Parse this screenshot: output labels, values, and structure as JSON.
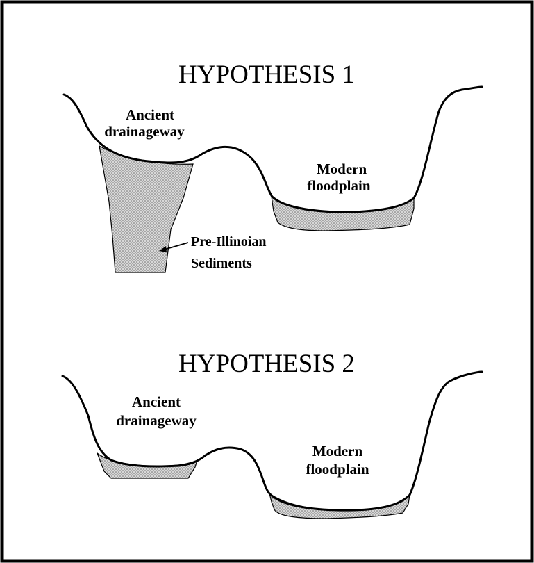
{
  "panels": [
    {
      "title": "HYPOTHESIS 1",
      "ancient_label": [
        "Ancient",
        "drainageway"
      ],
      "modern_label": [
        "Modern",
        "floodplain"
      ],
      "sediment_label": [
        "Pre-Illinoian",
        "Sediments"
      ]
    },
    {
      "title": "HYPOTHESIS 2",
      "ancient_label": [
        "Ancient",
        "drainageway"
      ],
      "modern_label": [
        "Modern",
        "floodplain"
      ]
    }
  ],
  "colors": {
    "border": "#000000",
    "profile_line": "#000000",
    "sediment_fill": "#d2d2d2",
    "sediment_dot": "#6e6e6e",
    "background": "#ffffff"
  }
}
